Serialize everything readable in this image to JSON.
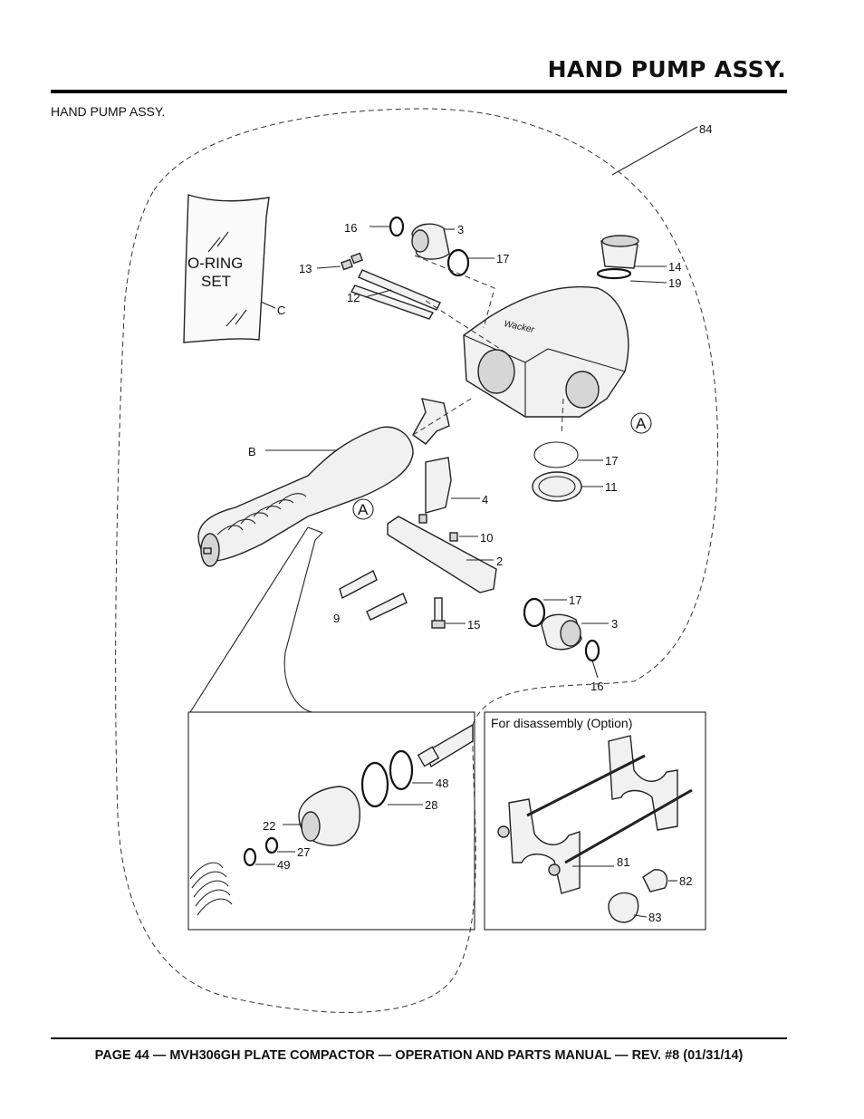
{
  "header": {
    "title": "HAND PUMP ASSY."
  },
  "section": {
    "label": "HAND PUMP ASSY."
  },
  "footer": {
    "text": "PAGE 44 — MVH306GH PLATE COMPACTOR — OPERATION AND PARTS MANUAL — REV. #8 (01/31/14)"
  },
  "diagram": {
    "oring_set": {
      "line1": "O-RING",
      "line2": "SET"
    },
    "callouts": {
      "c84": "84",
      "c16a": "16",
      "c3a": "3",
      "c17a": "17",
      "c13": "13",
      "c12": "12",
      "c14": "14",
      "c19": "19",
      "cC": "C",
      "cA1": "A",
      "cB": "B",
      "c17b": "17",
      "c11": "11",
      "c4": "4",
      "cA2": "A",
      "c10": "10",
      "c2": "2",
      "c17c": "17",
      "c9": "9",
      "c15": "15",
      "c3b": "3",
      "c16b": "16",
      "c48": "48",
      "c28": "28",
      "c22": "22",
      "c27": "27",
      "c49": "49",
      "c81": "81",
      "c82": "82",
      "c83": "83"
    },
    "option_box": {
      "title": "For disassembly (Option)"
    }
  }
}
